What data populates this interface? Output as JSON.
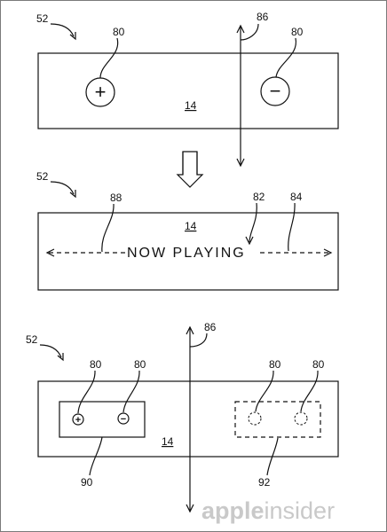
{
  "figure1": {
    "device_label": "52",
    "button_label_left": "80",
    "button_label_right": "80",
    "axis_label": "86",
    "display_label": "14",
    "plus_symbol": "+",
    "minus_symbol": "−"
  },
  "transition_arrow": "down",
  "figure2": {
    "device_label": "52",
    "display_label": "14",
    "marquee_text": "NOW  PLAYING",
    "label_88": "88",
    "label_82": "82",
    "label_84": "84"
  },
  "figure3": {
    "device_label": "52",
    "axis_label": "86",
    "button_label_1": "80",
    "button_label_2": "80",
    "button_label_3": "80",
    "button_label_4": "80",
    "display_label": "14",
    "group_label_left": "90",
    "group_label_right": "92",
    "plus_symbol": "+",
    "minus_symbol": "−"
  },
  "watermark": {
    "part1": "apple",
    "part2": "insider"
  }
}
